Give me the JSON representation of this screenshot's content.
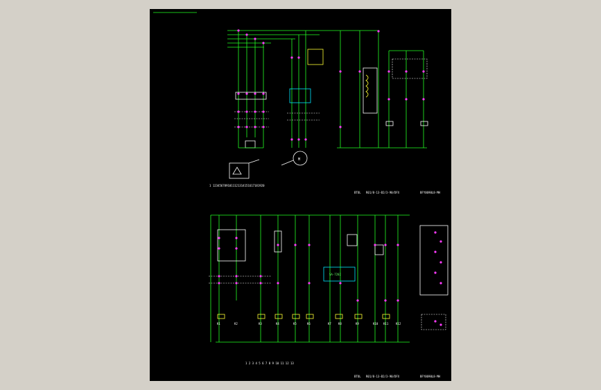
{
  "colors": {
    "viewport_bg": "#d4d0c8",
    "sheet_bg": "#000000",
    "wire": "#22ff22",
    "terminal": "#ff3cff",
    "text": "#ffffff",
    "component": "#00e5ff",
    "label": "#ffff33"
  },
  "sheet1": {
    "title_block": {
      "left": "BTOL",
      "code": "R01/8-13-B2/3-90/DFX",
      "drawing_no": "BFY0690L8-MH"
    },
    "terminal_strip": "1 1234567891011121314151617181920",
    "motor": "M"
  },
  "sheet2": {
    "title_block": {
      "left": "BTOL",
      "code": "R01/8-13-B2/3-90/DFX",
      "drawing_no": "BFY0690L8-MH"
    },
    "terminal_strip": "1 2 3 4 5 6 7 8 9 10 11 12 13",
    "plc_label": "SA-7202",
    "col_labels": [
      "K1",
      "K2",
      "K3",
      "K4",
      "K5",
      "K6",
      "K7",
      "K8",
      "K9",
      "K10",
      "K11",
      "K12"
    ]
  }
}
